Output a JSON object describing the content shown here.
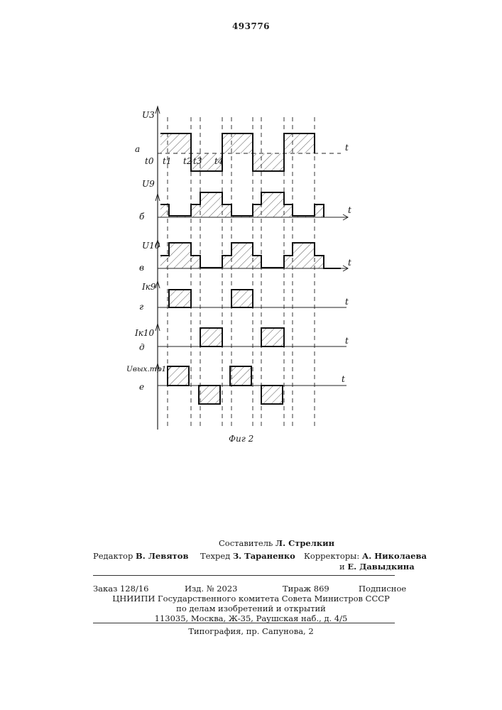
{
  "header": {
    "patent_number": "493776"
  },
  "figure": {
    "caption": "Фиг 2",
    "axis_time_label": "t",
    "time_marks": [
      "t1",
      "t2",
      "t3",
      "t4"
    ],
    "time_origin": "t0",
    "panels": [
      {
        "letter": "а",
        "signal": "U3"
      },
      {
        "letter": "б",
        "signal": "U9"
      },
      {
        "letter": "в",
        "signal": "U10"
      },
      {
        "letter": "г",
        "signal": "Iк9"
      },
      {
        "letter": "д",
        "signal": "Iк10"
      },
      {
        "letter": "е",
        "signal": "Uвых.тр17"
      }
    ]
  },
  "colophon": {
    "compiler_label": "Составитель",
    "compiler_name": "Л. Стрелкин",
    "editor_label": "Редактор",
    "editor_name": "В. Левятов",
    "techred_label": "Техред",
    "techred_name": "З. Тараненко",
    "correctors_label": "Корректоры:",
    "corrector1": "А. Николаева",
    "corrector2_prefix": "и",
    "corrector2": "Е. Давыдкина",
    "order": "Заказ 128/16",
    "edition": "Изд. № 2023",
    "circulation": "Тираж 869",
    "subscription": "Подписное",
    "institute": "ЦНИИПИ Государственного комитета Совета Министров СССР",
    "institute_sub": "по делам изобретений и открытий",
    "address": "113035, Москва, Ж-35, Раушская наб., д. 4/5",
    "printing": "Типография, пр. Сапунова, 2"
  }
}
